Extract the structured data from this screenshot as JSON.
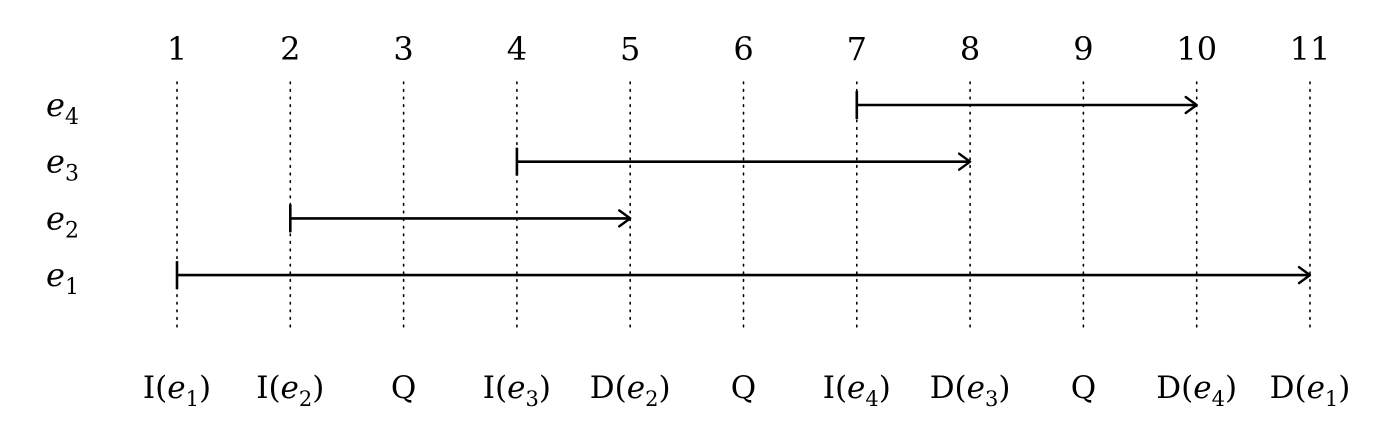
{
  "diagram": {
    "ticks": [
      "1",
      "2",
      "3",
      "4",
      "5",
      "6",
      "7",
      "8",
      "9",
      "10",
      "11"
    ],
    "rows": [
      {
        "base": "e",
        "sub": "4",
        "start": 7,
        "end": 10
      },
      {
        "base": "e",
        "sub": "3",
        "start": 4,
        "end": 8
      },
      {
        "base": "e",
        "sub": "2",
        "start": 2,
        "end": 5
      },
      {
        "base": "e",
        "sub": "1",
        "start": 1,
        "end": 11
      }
    ],
    "events": [
      {
        "op": "I",
        "arg": "e",
        "sub": "1"
      },
      {
        "op": "I",
        "arg": "e",
        "sub": "2"
      },
      {
        "op": "Q",
        "arg": "",
        "sub": ""
      },
      {
        "op": "I",
        "arg": "e",
        "sub": "3"
      },
      {
        "op": "D",
        "arg": "e",
        "sub": "2"
      },
      {
        "op": "Q",
        "arg": "",
        "sub": ""
      },
      {
        "op": "I",
        "arg": "e",
        "sub": "4"
      },
      {
        "op": "D",
        "arg": "e",
        "sub": "3"
      },
      {
        "op": "Q",
        "arg": "",
        "sub": ""
      },
      {
        "op": "D",
        "arg": "e",
        "sub": "4"
      },
      {
        "op": "D",
        "arg": "e",
        "sub": "1"
      }
    ]
  }
}
